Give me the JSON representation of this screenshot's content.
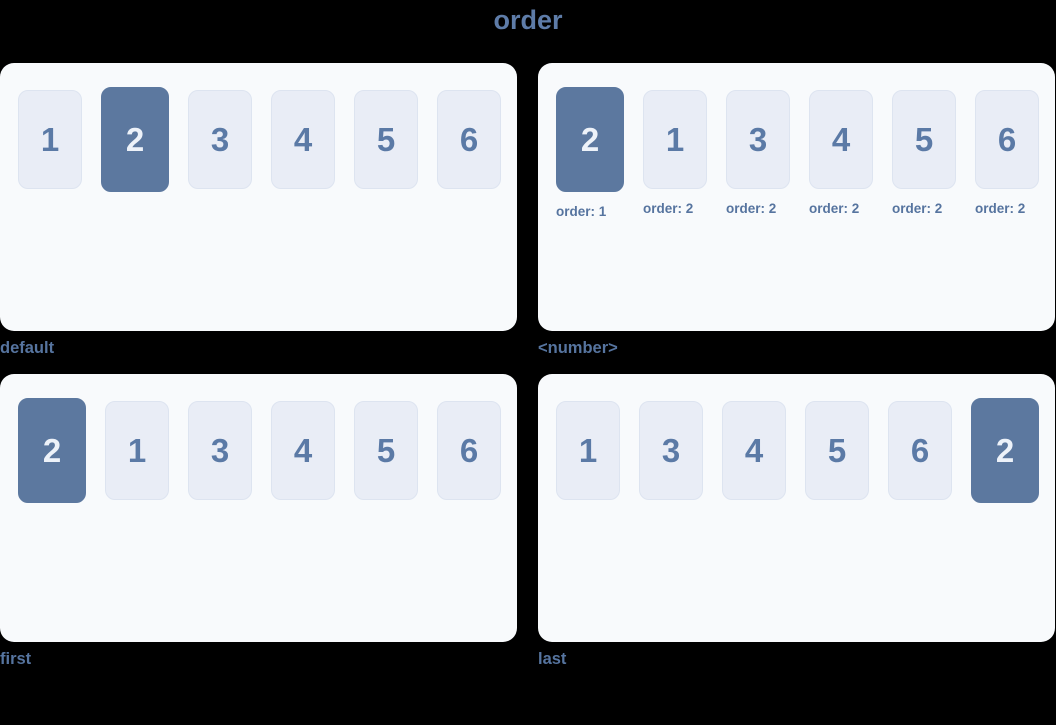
{
  "page": {
    "title": "order"
  },
  "colors": {
    "page_background": "#000000",
    "panel_background": "#f8fafc",
    "item_background": "#e9edf6",
    "item_border": "#dde4f0",
    "item_text": "#5b7aa6",
    "highlight_background": "#5c789f",
    "highlight_text": "#edf2f9",
    "label_text": "#56749f",
    "title_text": "#5e7ca8"
  },
  "panels": [
    {
      "label": "default",
      "items": [
        {
          "value": "1",
          "highlighted": false
        },
        {
          "value": "2",
          "highlighted": true
        },
        {
          "value": "3",
          "highlighted": false
        },
        {
          "value": "4",
          "highlighted": false
        },
        {
          "value": "5",
          "highlighted": false
        },
        {
          "value": "6",
          "highlighted": false
        }
      ]
    },
    {
      "label": "<number>",
      "items": [
        {
          "value": "2",
          "highlighted": true,
          "caption": "order: 1"
        },
        {
          "value": "1",
          "highlighted": false,
          "caption": "order: 2"
        },
        {
          "value": "3",
          "highlighted": false,
          "caption": "order: 2"
        },
        {
          "value": "4",
          "highlighted": false,
          "caption": "order: 2"
        },
        {
          "value": "5",
          "highlighted": false,
          "caption": "order: 2"
        },
        {
          "value": "6",
          "highlighted": false,
          "caption": "order: 2"
        }
      ]
    },
    {
      "label": "first",
      "items": [
        {
          "value": "2",
          "highlighted": true
        },
        {
          "value": "1",
          "highlighted": false
        },
        {
          "value": "3",
          "highlighted": false
        },
        {
          "value": "4",
          "highlighted": false
        },
        {
          "value": "5",
          "highlighted": false
        },
        {
          "value": "6",
          "highlighted": false
        }
      ]
    },
    {
      "label": "last",
      "items": [
        {
          "value": "1",
          "highlighted": false
        },
        {
          "value": "3",
          "highlighted": false
        },
        {
          "value": "4",
          "highlighted": false
        },
        {
          "value": "5",
          "highlighted": false
        },
        {
          "value": "6",
          "highlighted": false
        },
        {
          "value": "2",
          "highlighted": true
        }
      ]
    }
  ]
}
